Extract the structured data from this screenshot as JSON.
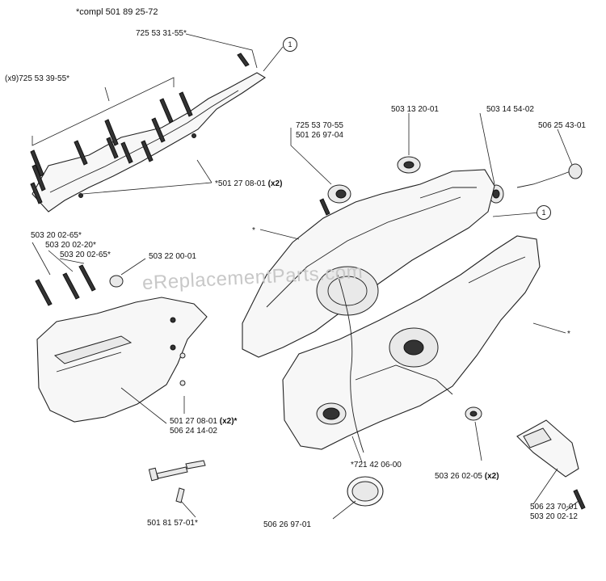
{
  "watermark": "eReplacementParts.com",
  "labels": {
    "compl": "*compl 501 89 25-72",
    "p1": "725 53 31-55*",
    "p2": "(x9)725 53 39-55*",
    "p3a": "725 53 70-55",
    "p3b": "501 26 97-04",
    "p4": "503 13 20-01",
    "p5": "503 14 54-02",
    "p6": "506 25 43-01",
    "p7": "*501 27 08-01",
    "p7x": "(x2)",
    "p8": "503 20 02-65*",
    "p9": "503 20 02-20*",
    "p10": "503 20 02-65*",
    "p11": "503 22 00-01",
    "p12": "501 27 08-01",
    "p12x": "(x2)*",
    "p13": "506 24 14-02",
    "p14": "*721 42 06-00",
    "p15": "503 26 02-05",
    "p15x": "(x2)",
    "p16a": "506 23 70-01",
    "p16b": "503 20 02-12",
    "p17": "501 81 57-01*",
    "p18": "506 26 97-01",
    "star1": "*",
    "star2": "*"
  },
  "callouts": {
    "c1": "1",
    "c2": "1"
  }
}
